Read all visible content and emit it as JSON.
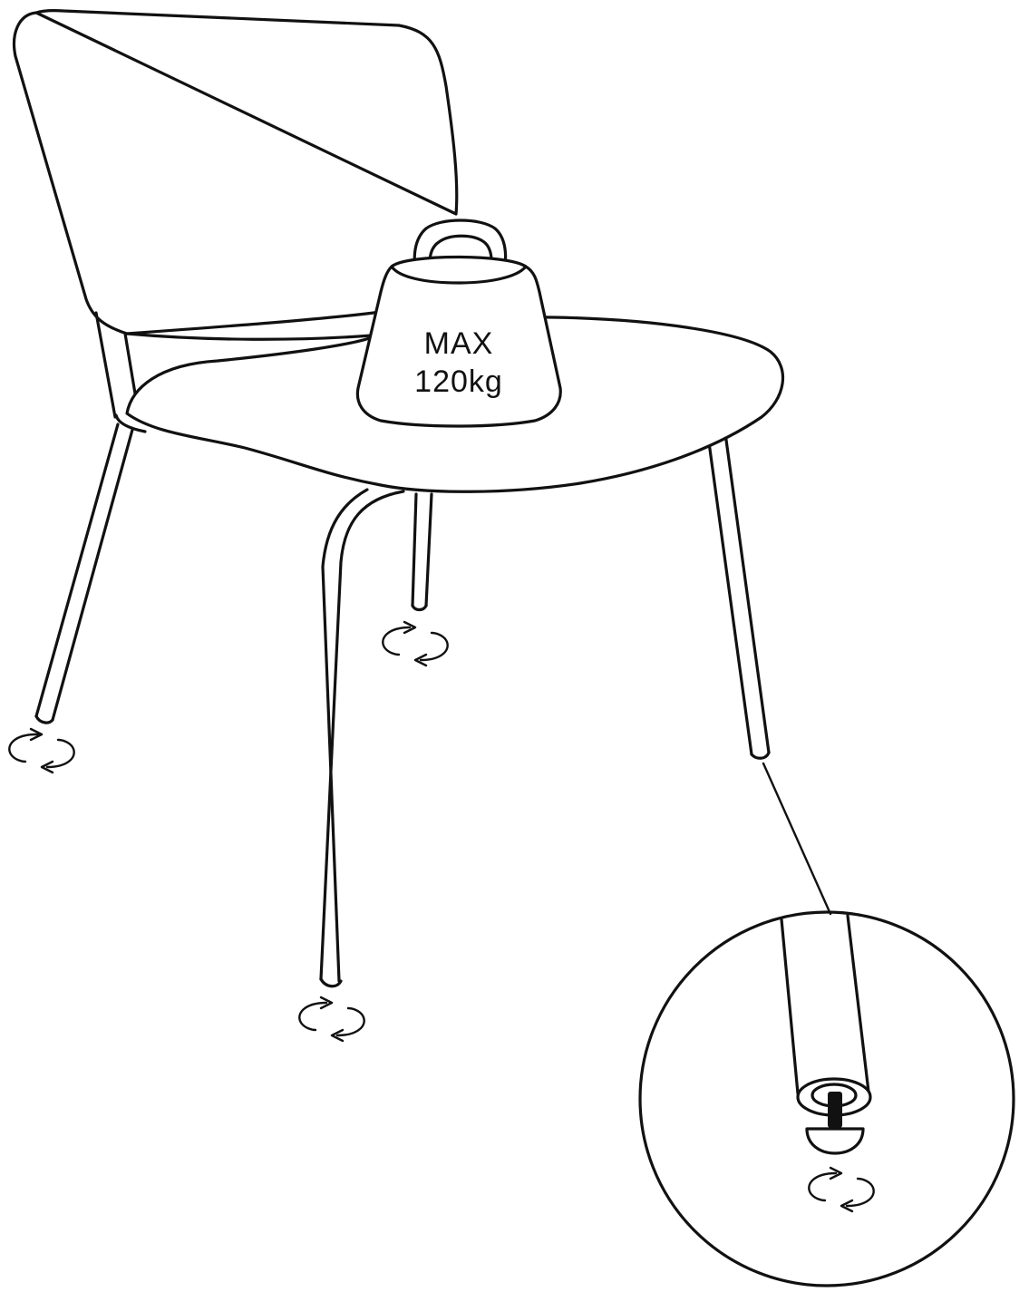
{
  "weight_label": {
    "line1": "MAX",
    "line2": "120kg"
  },
  "icons": {
    "weight": "weight-icon",
    "rotate": "rotate-arrows-icon",
    "detail": "magnified-leg-detail"
  },
  "colors": {
    "stroke": "#111111",
    "background": "#ffffff"
  }
}
